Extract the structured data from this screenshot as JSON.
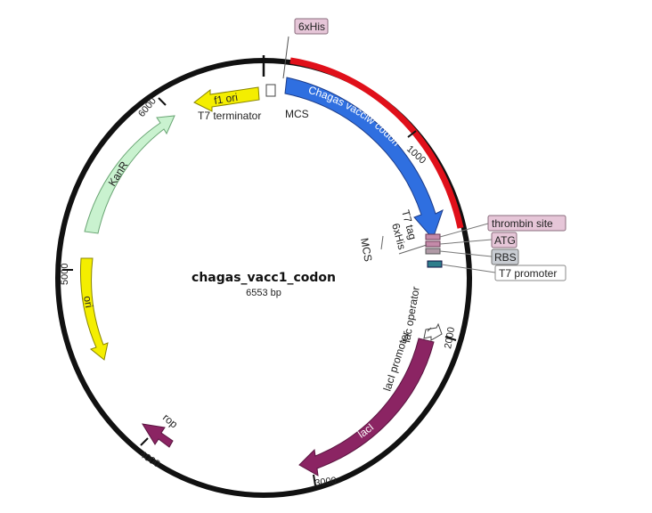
{
  "plasmid": {
    "name": "chagas_vacc1_codon",
    "length_text": "6553 bp",
    "length_bp": 6553
  },
  "ticks": [
    "1000",
    "2000",
    "3000",
    "4000",
    "5000",
    "6000"
  ],
  "features": [
    {
      "name": "Chagas vacciw codon",
      "color": "#2f6fe0",
      "text_color": "#ffffff"
    },
    {
      "name": "lacI",
      "color": "#8b2463",
      "text_color": "#ffffff"
    },
    {
      "name": "rop",
      "color": "#8b2463",
      "text_color": "#222222"
    },
    {
      "name": "ori",
      "color": "#f4ee00",
      "text_color": "#222222"
    },
    {
      "name": "KanR",
      "color": "#c9f2cf",
      "text_color": "#222222"
    },
    {
      "name": "f1 ori",
      "color": "#f4ee00",
      "text_color": "#222222"
    }
  ],
  "region_highlight": {
    "color": "#e0101a"
  },
  "labels": {
    "six_his_top": "6xHis",
    "mcs_top": "MCS",
    "t7_terminator": "T7 terminator",
    "t7_tag": "T7 tag",
    "six_his_mid": "6xHis",
    "mcs_mid": "MCS",
    "lac_operator": "lac operator",
    "laci_promoter": "lacI promoter"
  },
  "tags": [
    {
      "text": "thrombin site",
      "fill": "#e6c6d8"
    },
    {
      "text": "ATG",
      "fill": "#e6c6d8"
    },
    {
      "text": "RBS",
      "fill": "#c8ccd2"
    },
    {
      "text": "T7 promoter",
      "fill": "#ffffff"
    }
  ]
}
